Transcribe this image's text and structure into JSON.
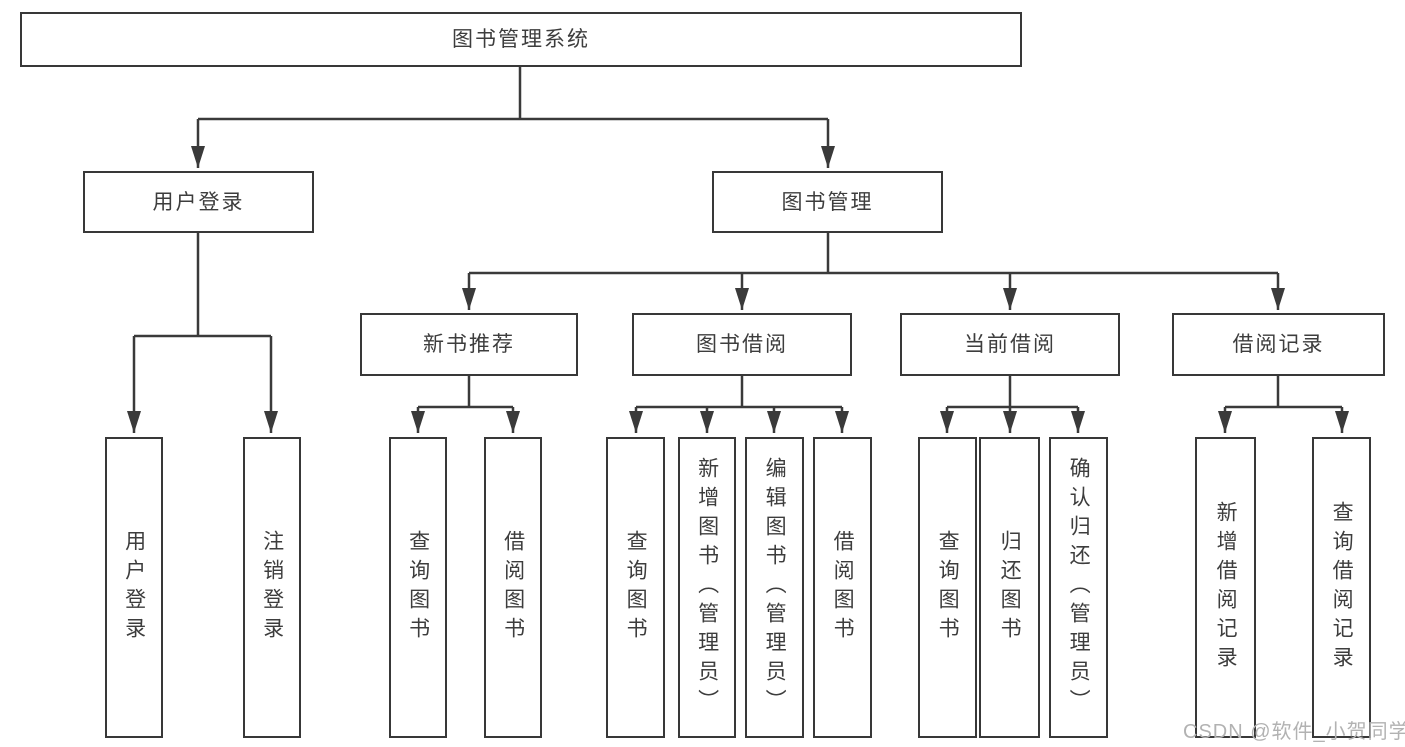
{
  "diagram": {
    "title": "图书管理系统",
    "type": "function-structure-tree"
  },
  "tree": {
    "root": "图书管理系统",
    "children": [
      {
        "label": "用户登录",
        "children": [
          "用户登录",
          "注销登录"
        ]
      },
      {
        "label": "图书管理",
        "children": [
          {
            "label": "新书推荐",
            "children": [
              "查询图书",
              "借阅图书"
            ]
          },
          {
            "label": "图书借阅",
            "children": [
              "查询图书",
              "新增图书（管理员）",
              "编辑图书（管理员）",
              "借阅图书"
            ]
          },
          {
            "label": "当前借阅",
            "children": [
              "查询图书",
              "归还图书",
              "确认归还（管理员）"
            ]
          },
          {
            "label": "借阅记录",
            "children": [
              "新增借阅记录",
              "查询借阅记录"
            ]
          }
        ]
      }
    ]
  },
  "watermark": {
    "text": "CSDN @软件_小贺同学"
  },
  "colors": {
    "line": "#3a3a3a",
    "box_border": "#383838",
    "text": "#3d3d3d",
    "watermark": "#b2b2b2",
    "background": "#ffffff"
  }
}
